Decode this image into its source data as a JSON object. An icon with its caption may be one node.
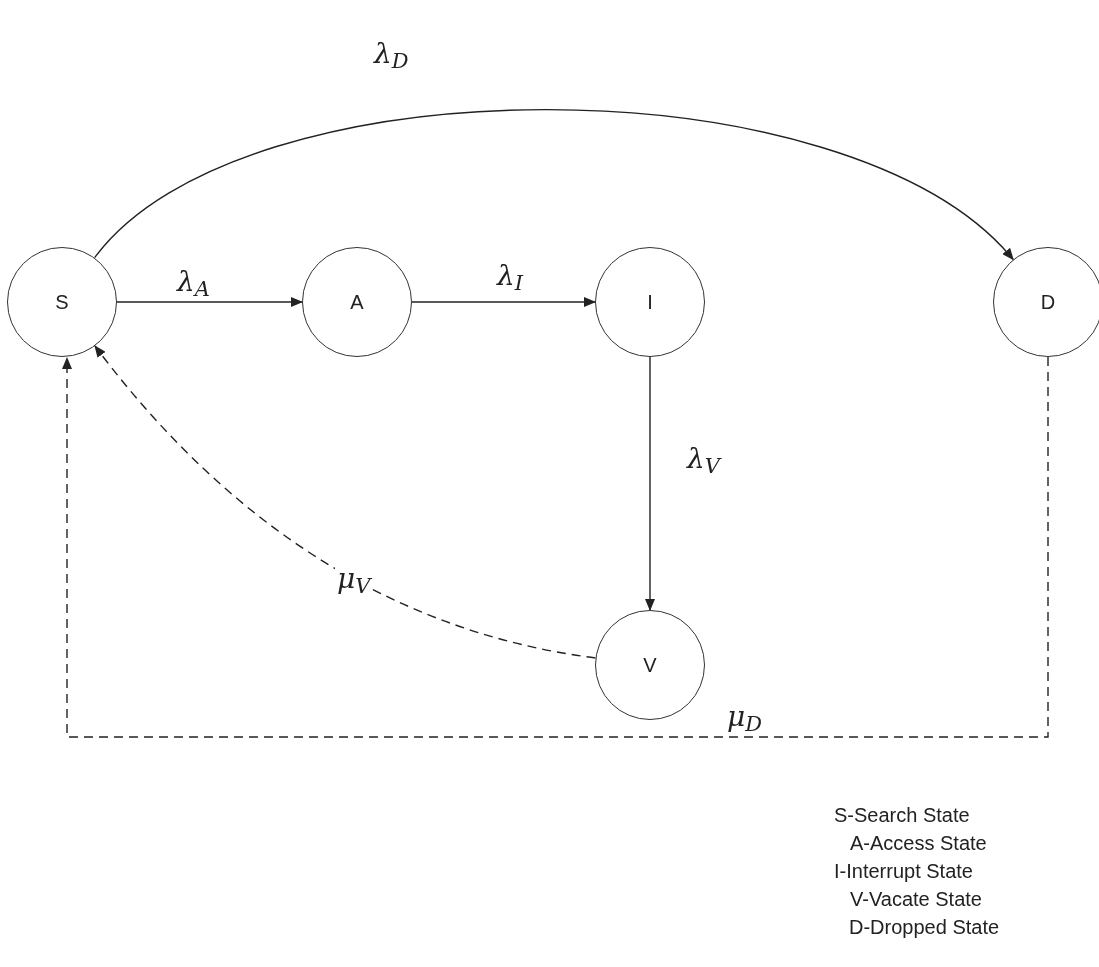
{
  "diagram": {
    "nodes": [
      {
        "text": [
          "S"
        ]
      },
      {
        "text": [
          "A"
        ]
      },
      {
        "text": [
          "I"
        ]
      },
      {
        "text": [
          "V"
        ]
      },
      {
        "text": [
          "D"
        ]
      }
    ],
    "edges": [
      {
        "from": 0,
        "to": 4,
        "arrow": "to",
        "label": "λ$_{D}$"
      },
      {
        "from": 0,
        "to": 1,
        "arrow": "to",
        "label": "λ$_{A}$"
      },
      {
        "from": 1,
        "to": 2,
        "arrow": "to",
        "label": "λ$_{I}$"
      },
      {
        "from": 2,
        "to": 3,
        "arrow": "to",
        "label": "λ$_{V}$"
      },
      {
        "from": 3,
        "to": 0,
        "arrow": "to",
        "label": "μ$_{V}$",
        "style": "dashed"
      },
      {
        "from": 4,
        "to": 0,
        "arrow": "to",
        "label": "μ$_{D}$",
        "style": "dashed"
      }
    ],
    "labels": [
      "S-Search State",
      "A-Access State",
      "I-Interrupt State",
      "V-Vacate State",
      "D-Dropped State"
    ]
  }
}
